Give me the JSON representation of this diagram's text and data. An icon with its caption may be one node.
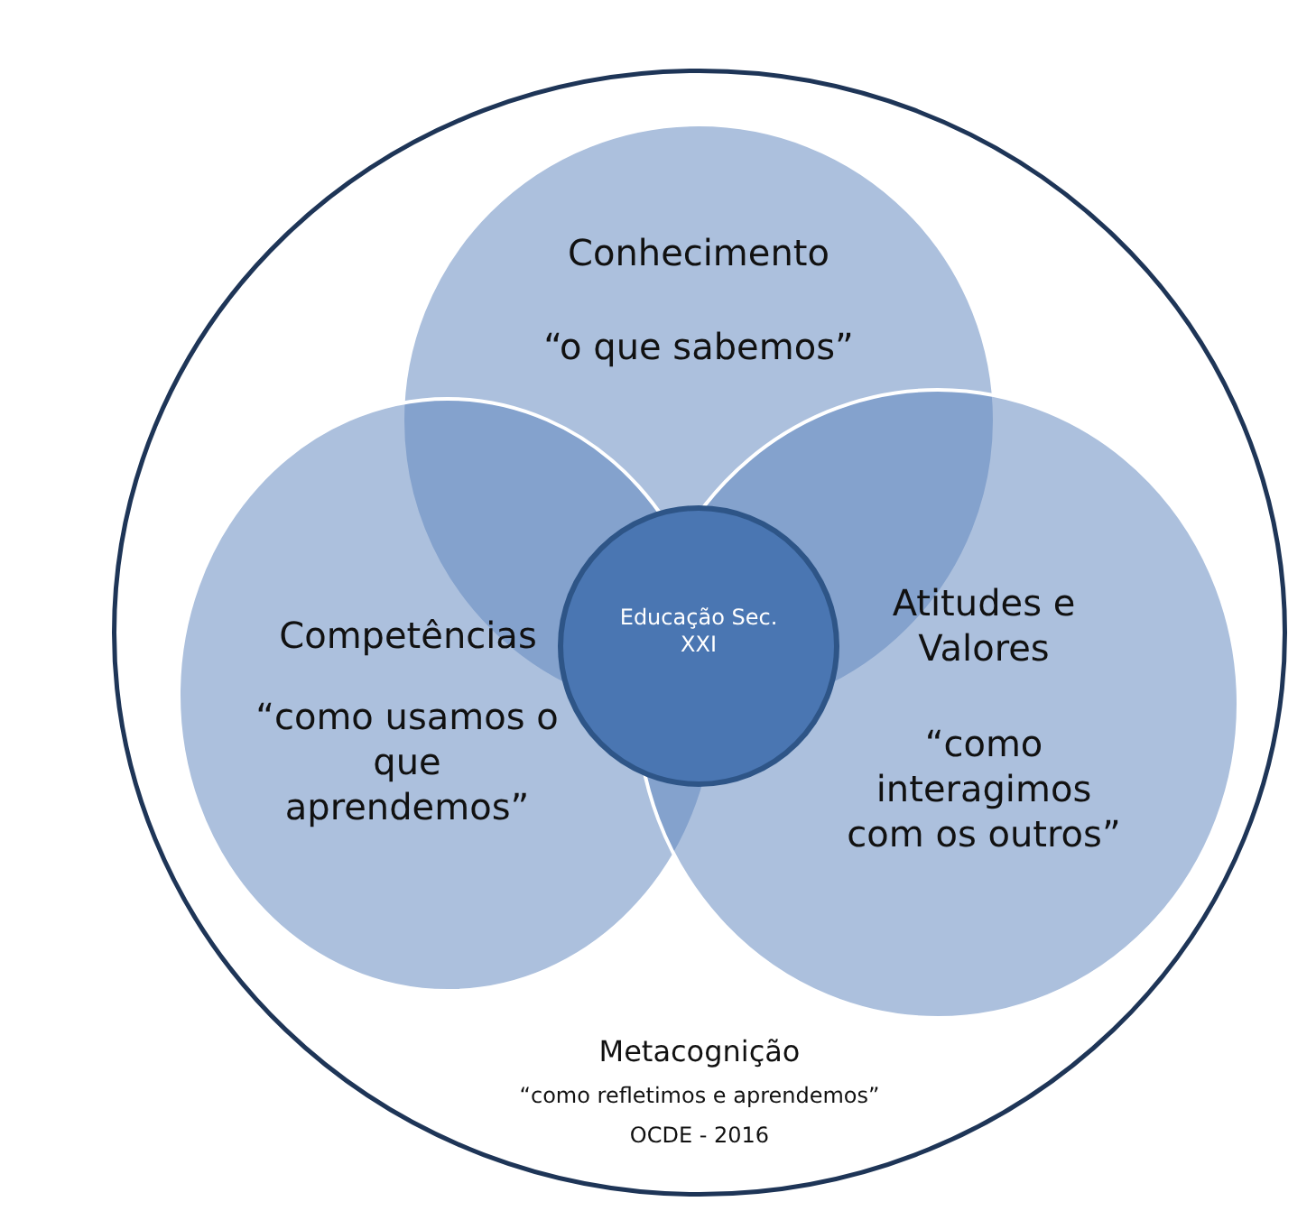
{
  "diagram": {
    "nodes": [
      {
        "text": [
          "Metacognição",
          "“como refletimos e aprendemos”",
          "OCDE - 2016"
        ]
      },
      {
        "text": [
          "Conhecimento",
          "“o que sabemos”"
        ],
        "in": 0
      },
      {
        "text": [
          "Competências",
          "“como usamos o que aprendemos”"
        ],
        "in": 0
      },
      {
        "text": [
          "Atitudes e Valores",
          "“como interagimos com os outros”"
        ],
        "in": 0
      },
      {
        "text": [
          "Educação Sec. XXI"
        ],
        "in": 0
      }
    ],
    "edges": []
  }
}
